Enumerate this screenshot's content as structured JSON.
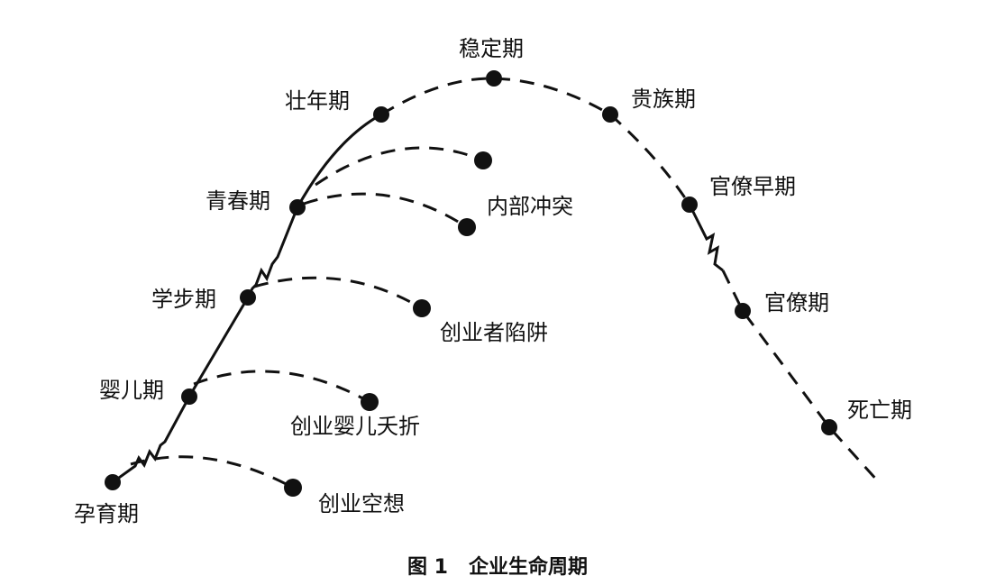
{
  "figure": {
    "caption": "图 1   企业生命周期"
  },
  "stages": {
    "gestation": "孕育期",
    "infancy": "婴儿期",
    "go_go": "学步期",
    "adolescence": "青春期",
    "prime": "壮年期",
    "stable": "稳定期",
    "aristocracy": "贵族期",
    "early_bureaucracy": "官僚早期",
    "bureaucracy": "官僚期",
    "death": "死亡期"
  },
  "traps": {
    "fantasy": "创业空想",
    "infant_mortality": "创业婴儿夭折",
    "founder_trap": "创业者陷阱",
    "internal_conflict": "内部冲突"
  },
  "colors": {
    "line": "#111111",
    "background": "#ffffff"
  }
}
